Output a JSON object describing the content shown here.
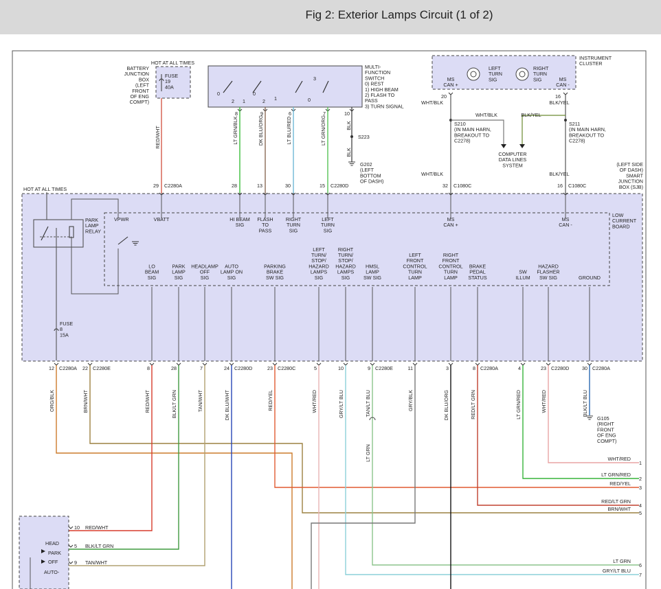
{
  "title": "Fig 2: Exterior Lamps Circuit (1 of 2)",
  "top_components": {
    "battery_box": {
      "heading": "HOT AT ALL TIMES",
      "name": [
        "BATTERY",
        "JUNCTION",
        "BOX",
        "(LEFT",
        "FRONT",
        "OF ENG",
        "COMPT)"
      ],
      "fuse": [
        "FUSE",
        "19",
        "40A"
      ],
      "wire": "RED/WHT"
    },
    "mfs": {
      "name": [
        "MULTI-",
        "FUNCTION",
        "SWITCH",
        "0) REST",
        "1) HIGH BEAM",
        "2) FLASH TO",
        "PASS",
        "3) TURN SIGNAL"
      ],
      "pins": [
        "8",
        "9",
        "6",
        "7",
        "10"
      ],
      "wires": [
        "LT GRN/BLK",
        "DK BLU/ORG",
        "LT BLU/RED",
        "LT GRN/ORG",
        "BLK"
      ],
      "splice": "S223",
      "ground_wire": "BLK",
      "ground": [
        "G202",
        "(LEFT",
        "BOTTOM",
        "OF DASH)"
      ],
      "positions": [
        "0",
        "2",
        "1",
        "0",
        "2",
        "1",
        "0",
        "3"
      ]
    },
    "cluster": {
      "name": [
        "INSTRUMENT",
        "CLUSTER"
      ],
      "left_turn": [
        "LEFT",
        "TURN",
        "SIG"
      ],
      "right_turn": [
        "RIGHT",
        "TURN",
        "SIG"
      ],
      "can_plus": [
        "MS",
        "CAN +"
      ],
      "can_minus": [
        "MS",
        "CAN -"
      ],
      "pin_plus": "20",
      "pin_minus": "16",
      "wire_plus": "WHT/BLK",
      "wire_minus": "BLK/YEL",
      "s210": [
        "S210",
        "(IN MAIN HARN,",
        "BREAKOUT TO",
        "C2278)"
      ],
      "s211": [
        "S211",
        "(IN MAIN HARN,",
        "BREAKOUT TO",
        "C2278)"
      ],
      "data_lines": [
        "COMPUTER",
        "DATA LINES",
        "SYSTEM"
      ]
    }
  },
  "sjb": {
    "hot_label": "HOT AT ALL TIMES",
    "name": [
      "(LEFT SIDE",
      "OF DASH)",
      "SMART",
      "JUNCTION",
      "BOX (SJB)"
    ],
    "board": [
      "LOW",
      "CURRENT",
      "BOARD"
    ],
    "relay": [
      "PARK",
      "LAMP",
      "RELAY"
    ],
    "vpwr": "VPWR",
    "fuse": [
      "FUSE",
      "8",
      "15A"
    ],
    "top_pins": [
      {
        "pin": "29",
        "conn": "C2280A",
        "label": [
          "VBATT"
        ]
      },
      {
        "pin": "28",
        "conn": "",
        "label": [
          "HI BEAM",
          "SIG"
        ]
      },
      {
        "pin": "13",
        "conn": "",
        "label": [
          "FLASH",
          "TO",
          "PASS"
        ]
      },
      {
        "pin": "30",
        "conn": "",
        "label": [
          "RIGHT",
          "TURN",
          "SIG"
        ]
      },
      {
        "pin": "15",
        "conn": "C2280D",
        "label": [
          "LEFT",
          "TURN",
          "SIG"
        ]
      },
      {
        "pin": "32",
        "conn": "C1080C",
        "label": [
          "MS",
          "CAN +"
        ]
      },
      {
        "pin": "16",
        "conn": "C1080C",
        "label": [
          "MS",
          "CAN -"
        ]
      }
    ],
    "bottom_pins": [
      {
        "pin": "12",
        "conn": "C2280A",
        "wire": "ORG/BLK",
        "label": []
      },
      {
        "pin": "22",
        "conn": "C2280E",
        "wire": "BRN/WHT",
        "label": []
      },
      {
        "pin": "8",
        "conn": "",
        "wire": "RED/WHT",
        "label": [
          "LO",
          "BEAM",
          "SIG"
        ]
      },
      {
        "pin": "28",
        "conn": "",
        "wire": "BLK/LT GRN",
        "label": [
          "PARK",
          "LAMP",
          "SIG"
        ]
      },
      {
        "pin": "7",
        "conn": "",
        "wire": "TAN/WHT",
        "label": [
          "HEADLAMP",
          "OFF",
          "SIG"
        ]
      },
      {
        "pin": "24",
        "conn": "C2280D",
        "wire": "DK BLU/WHT",
        "label": [
          "AUTO",
          "LAMP ON",
          "SIG"
        ]
      },
      {
        "pin": "23",
        "conn": "C2280C",
        "wire": "RED/YEL",
        "label": [
          "PARKING",
          "BRAKE",
          "SW SIG"
        ]
      },
      {
        "pin": "5",
        "conn": "",
        "wire": "WHT/RED",
        "label": [
          "LEFT",
          "TURN/",
          "STOP/",
          "HAZARD",
          "LAMPS",
          "SIG"
        ]
      },
      {
        "pin": "10",
        "conn": "",
        "wire": "GRY/LT BLU",
        "label": [
          "RIGHT",
          "TURN/",
          "STOP/",
          "HAZARD",
          "LAMPS",
          "SIG"
        ]
      },
      {
        "pin": "9",
        "conn": "C2280E",
        "wire": "TAN/LT BLU",
        "label": [
          "HMSL",
          "LAMP",
          "SW SIG"
        ]
      },
      {
        "pin": "11",
        "conn": "",
        "wire": "GRY/BLK",
        "label": [
          "LEFT",
          "FRONT",
          "CONTROL",
          "TURN",
          "LAMP"
        ]
      },
      {
        "pin": "3",
        "conn": "",
        "wire": "DK BLU/ORG",
        "label": [
          "RIGHT",
          "FRONT",
          "CONTROL",
          "TURN",
          "LAMP"
        ]
      },
      {
        "pin": "8",
        "conn": "C2280A",
        "wire": "RED/LT GRN",
        "label": [
          "BRAKE",
          "PEDAL",
          "STATUS"
        ]
      },
      {
        "pin": "4",
        "conn": "",
        "wire": "LT GRN/RED",
        "label": [
          "SW",
          "ILLUM"
        ]
      },
      {
        "pin": "23",
        "conn": "C2280D",
        "wire": "WHT/RED",
        "label": [
          "HAZARD",
          "FLASHER",
          "SW SIG"
        ]
      },
      {
        "pin": "30",
        "conn": "C2280A",
        "wire": "BLK/LT BLU",
        "label": [
          "GROUND"
        ]
      }
    ],
    "ground": [
      "G105",
      "(RIGHT",
      "FRONT",
      "OF ENG",
      "COMPT)"
    ],
    "splice_wire": "LT GRN"
  },
  "outputs": [
    {
      "wire": "WHT/RED",
      "num": "1"
    },
    {
      "wire": "LT GRN/RED",
      "num": "2"
    },
    {
      "wire": "RED/YEL",
      "num": "3"
    },
    {
      "wire": "RED/LT GRN",
      "num": "4"
    },
    {
      "wire": "BRN/WHT",
      "num": "5"
    },
    {
      "wire": "LT GRN",
      "num": "6"
    },
    {
      "wire": "GRY/LT BLU",
      "num": "7"
    }
  ],
  "headlamp_switch": {
    "positions": [
      "HEAD",
      "PARK",
      "OFF",
      "AUTO-"
    ],
    "wires": [
      {
        "pin": "10",
        "wire": "RED/WHT"
      },
      {
        "pin": "5",
        "wire": "BLK/LT GRN"
      },
      {
        "pin": "9",
        "wire": "TAN/WHT"
      }
    ]
  }
}
